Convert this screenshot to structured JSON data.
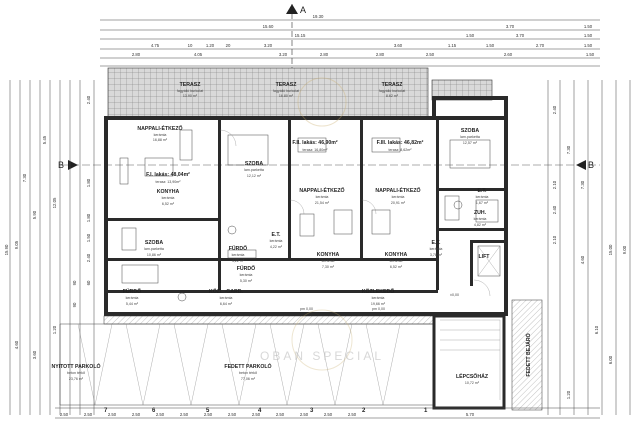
{
  "sections": {
    "top": "A",
    "left": "B",
    "right": "B"
  },
  "dimensions": {
    "top_overall": "19.30",
    "top_row2": [
      "15.60",
      "3.70",
      "1.50"
    ],
    "top_row3": [
      "15.15",
      "1.50",
      "3.70",
      "1.50"
    ],
    "top_row4": [
      "4.75",
      "10",
      "1.20",
      "20",
      "3.20",
      "3.60",
      "1.15",
      "1.50",
      "2.70",
      "1.50"
    ],
    "top_row5": [
      "2.80",
      "4.05",
      "3.20",
      "2.80",
      "2.80",
      "2.50",
      "2.60",
      "1.50"
    ],
    "left_column": [
      "2.40",
      "1.80",
      "1.80",
      "1.50",
      "2.40",
      "60",
      "90",
      "90",
      "12.05",
      "5.45",
      "5.90",
      "7.30",
      "15.90",
      "9.05",
      "4.60",
      "3.60",
      "1.20"
    ],
    "right_column": [
      "2.40",
      "2.10",
      "2.40",
      "7.30",
      "2.10",
      "7.30",
      "4.60",
      "6.10",
      "1.20",
      "15.00",
      "9.00",
      "6.00"
    ],
    "bottom_row": [
      "2.50",
      "2.50",
      "2.50",
      "2.50",
      "2.50",
      "2.50",
      "2.50",
      "2.50",
      "2.50",
      "2.50",
      "2.50",
      "2.50",
      "2.50",
      "5.70"
    ],
    "markers": [
      "7",
      "6",
      "5",
      "4",
      "3",
      "2",
      "1"
    ]
  },
  "rooms": [
    {
      "name": "TERASZ",
      "sub": "fagyálló burkolat",
      "area": "13.90 m²"
    },
    {
      "name": "TERASZ",
      "sub": "fagyálló burkolat",
      "area": "16.80 m²"
    },
    {
      "name": "TERASZ",
      "sub": "fagyálló burkolat",
      "area": "8.62 m²"
    },
    {
      "name": "NAPPALI-ÉTKEZŐ",
      "sub": "kerámia",
      "area": "16,88 m²"
    },
    {
      "name": "F.I. lakás: 48,04m²",
      "sub": "terasz: 13,90m²",
      "area": ""
    },
    {
      "name": "SZOBA",
      "sub": "lam.parketta",
      "area": "12,12 m²"
    },
    {
      "name": "F.II. lakás: 46,90m²",
      "sub": "terasz: 16,80m²",
      "area": ""
    },
    {
      "name": "F.III. lakás: 46,82m²",
      "sub": "terasz: 8,62m²",
      "area": ""
    },
    {
      "name": "SZOBA",
      "sub": "lam.parketta",
      "area": "12,57 m²"
    },
    {
      "name": "KONYHA",
      "sub": "kerámia",
      "area": "6,52 m²"
    },
    {
      "name": "NAPPALI-ÉTKEZŐ",
      "sub": "kerámia",
      "area": "21,54 m²"
    },
    {
      "name": "NAPPALI-ÉTKEZŐ",
      "sub": "kerámia",
      "area": "20,91 m²"
    },
    {
      "name": "E.T.",
      "sub": "kerámia",
      "area": "1,67 m²"
    },
    {
      "name": "ZUH.",
      "sub": "kerámia",
      "area": "4,82 m²"
    },
    {
      "name": "SZOBA",
      "sub": "lam.parketta",
      "area": "10,86 m²"
    },
    {
      "name": "FÜRDŐ",
      "sub": "kerámia",
      "area": "4,22 m²"
    },
    {
      "name": "E.T.",
      "sub": "kerámia",
      "area": "4,22 m²"
    },
    {
      "name": "FÜRDŐ",
      "sub": "kerámia",
      "area": "5,30 m²"
    },
    {
      "name": "KONYHA",
      "sub": "kerámia",
      "area": "7,30 m²"
    },
    {
      "name": "KONYHA",
      "sub": "kerámia",
      "area": "6,52 m²"
    },
    {
      "name": "E.T.",
      "sub": "kerámia",
      "area": "3,78 m²"
    },
    {
      "name": "LIFT",
      "sub": "",
      "area": ""
    },
    {
      "name": "FÜRDŐ",
      "sub": "kerámia",
      "area": "5,44 m²"
    },
    {
      "name": "KÖZL.-GARD.",
      "sub": "kerámia",
      "area": "6,64 m²"
    },
    {
      "name": "KÖZLEKEDŐ",
      "sub": "kerámia",
      "area": "19,66 m²"
    },
    {
      "name": "NYITOTT PARKOLÓ",
      "sub": "beton térkő",
      "area": "23,76 m²"
    },
    {
      "name": "FEDETT PARKOLÓ",
      "sub": "beton térkő",
      "area": "77,06 m²"
    },
    {
      "name": "LÉPCSŐHÁZ",
      "sub": "",
      "area": "10,72 m²"
    },
    {
      "name": "FEDETT BEJÁRÓ",
      "sub": "",
      "area": ""
    }
  ],
  "levels": {
    "main": "±0,00",
    "pm1": "pm 0,00",
    "pm2": "pm 0,00"
  },
  "watermark": "OBAN SPECIAL",
  "colors": {
    "line": "#2a2a2a",
    "hatch": "#999999",
    "accent": "#c8ac6a"
  }
}
